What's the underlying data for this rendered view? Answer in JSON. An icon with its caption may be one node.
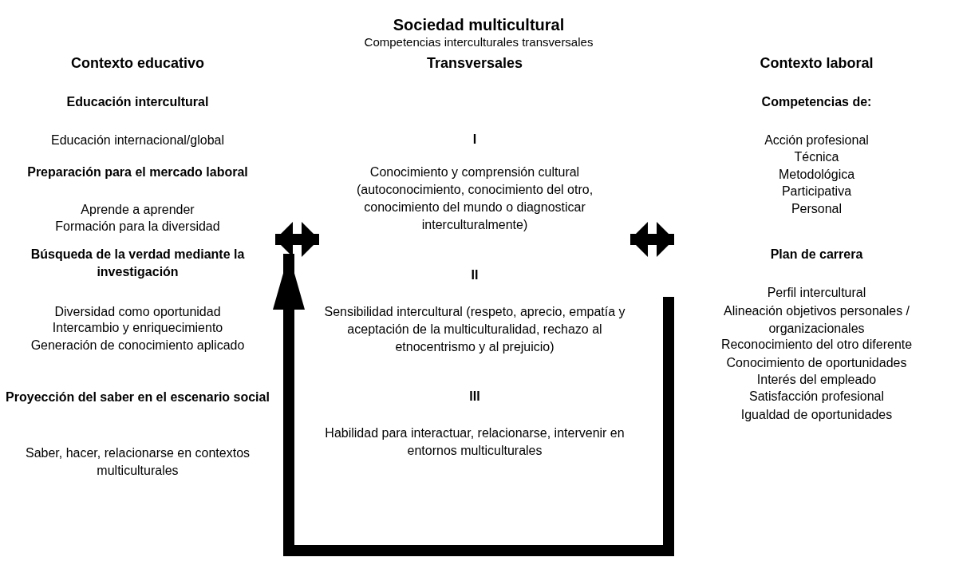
{
  "diagram": {
    "title": "Sociedad multicultural",
    "nodes": [
      {
        "text": [
          "Contexto educativo",
          "Educación intercultural",
          "Educación internacional/global",
          "Preparación para el mercado laboral",
          "Aprende a aprender",
          "Formación para la diversidad",
          "Búsqueda de la verdad mediante la investigación",
          "Diversidad como oportunidad",
          "Intercambio y enriquecimiento",
          "Generación de conocimiento aplicado",
          "Proyección del saber en el escenario social",
          "Saber, hacer, relacionarse en contextos multiculturales"
        ]
      },
      {
        "text": [
          "Transversales",
          "I",
          "Conocimiento y comprensión cultural (autoconocimiento, conocimiento del otro, conocimiento del mundo o diagnosticar interculturalmente)",
          "II",
          "Sensibilidad intercultural (respeto, aprecio, empatía y aceptación de la multiculturalidad, rechazo al etnocentrismo y al prejuicio)",
          "III",
          "Habilidad para interactuar, relacionarse, intervenir en entornos multiculturales"
        ]
      },
      {
        "text": [
          "Contexto laboral",
          "Competencias de:",
          "Acción profesional",
          "Técnica",
          "Metodológica",
          "Participativa",
          "Personal",
          "Plan de carrera",
          "Perfil intercultural",
          "Alineación objetivos personales / organizacionales",
          "Reconocimiento del otro diferente",
          "Conocimiento de oportunidades",
          "Interés del empleado",
          "Satisfacción profesional",
          "Igualdad de oportunidades"
        ]
      }
    ],
    "edges": [
      {
        "from": 0,
        "to": 1,
        "arrow": "both"
      },
      {
        "from": 1,
        "to": 2,
        "arrow": "both"
      },
      {
        "from": 2,
        "to": 0,
        "arrow": "to"
      }
    ],
    "labels": [
      "Competencias interculturales transversales"
    ]
  }
}
